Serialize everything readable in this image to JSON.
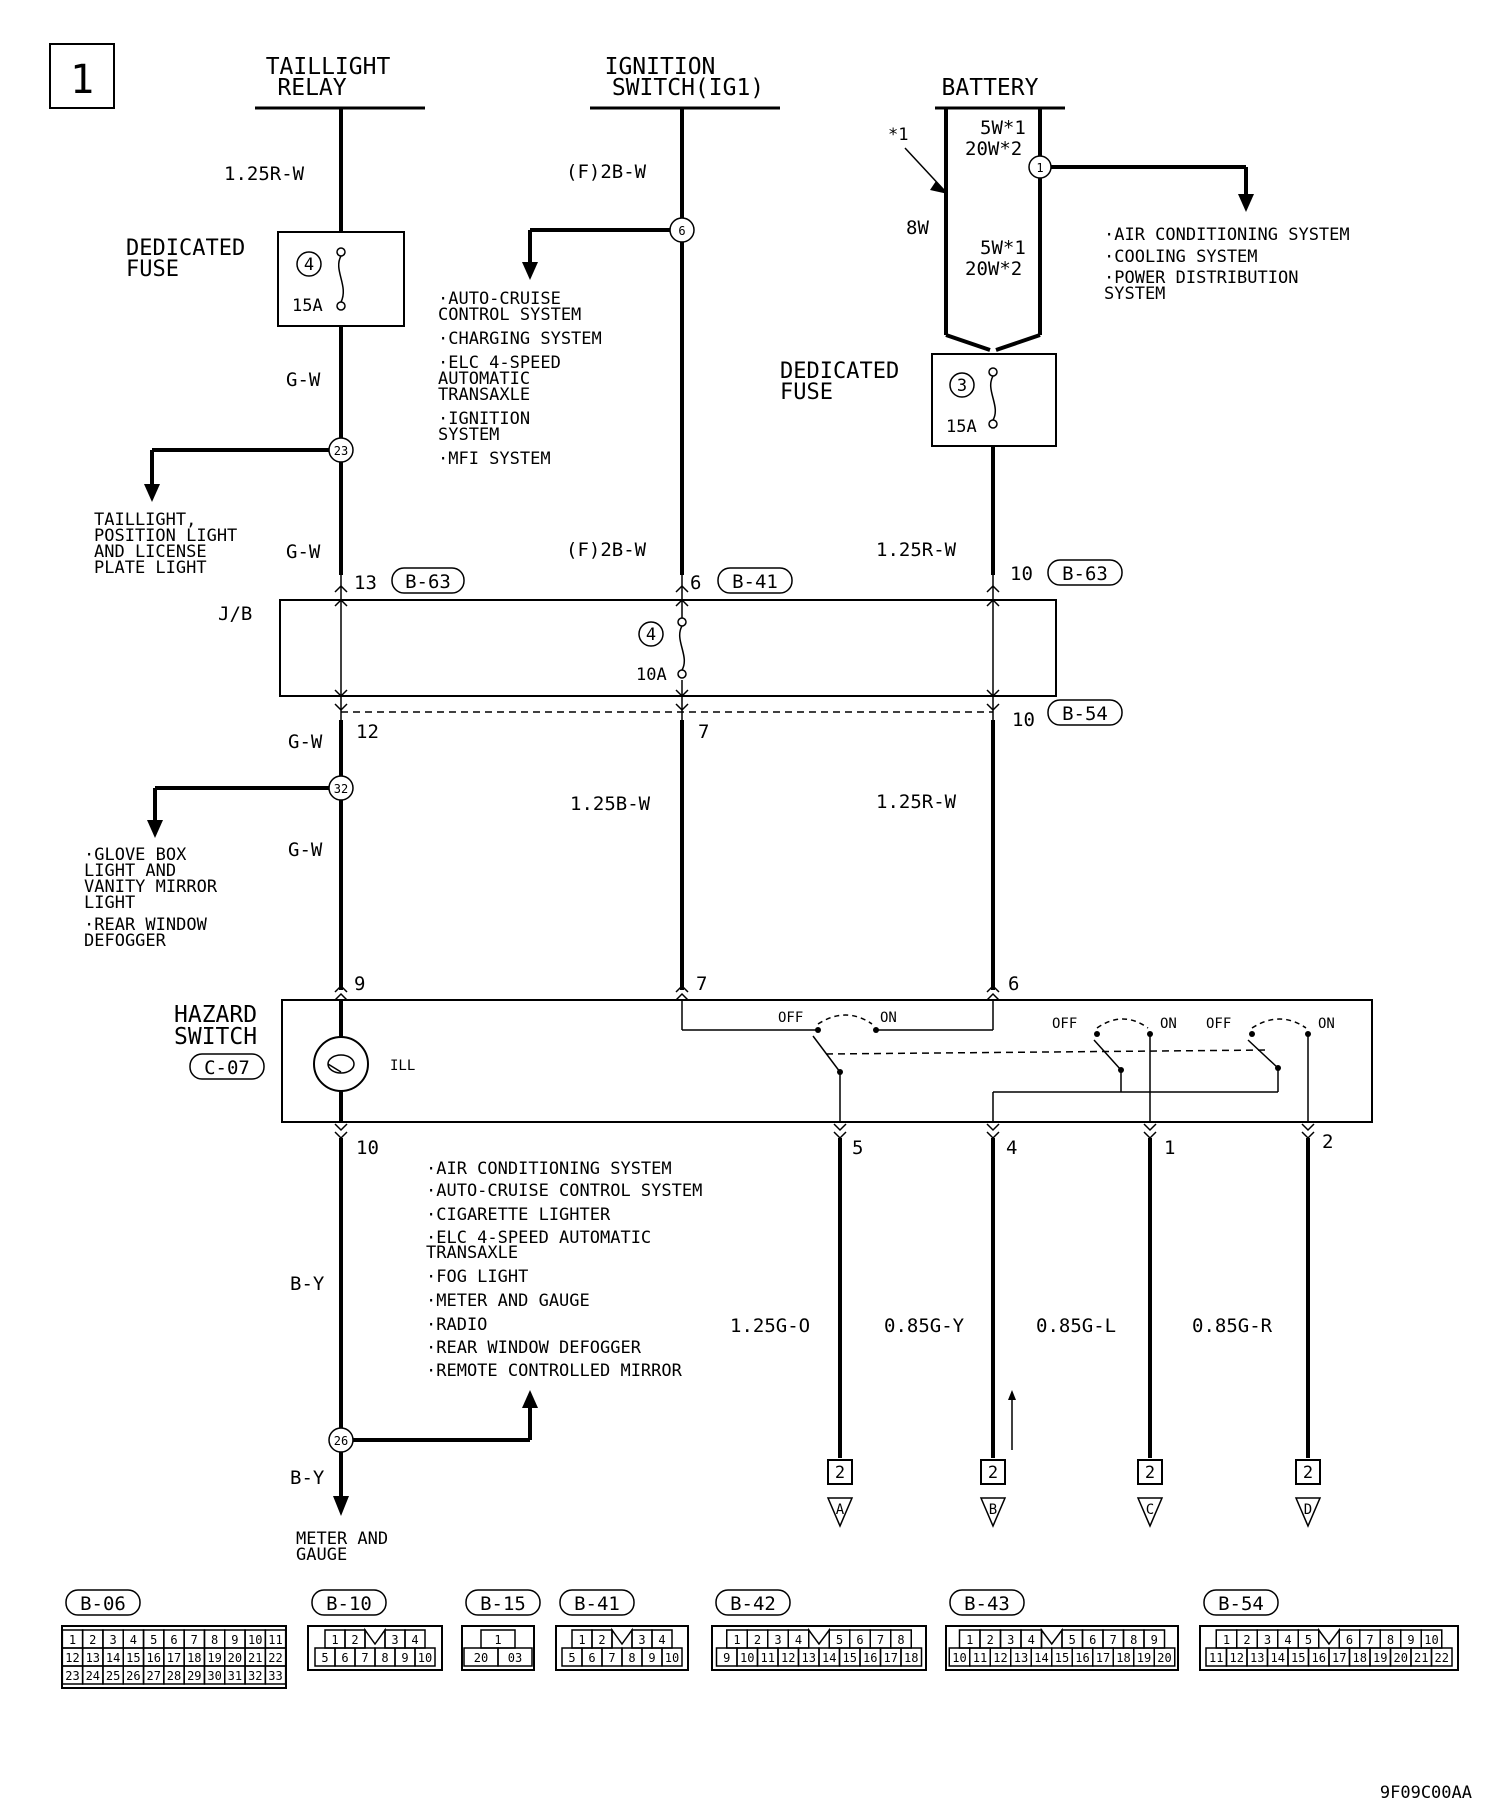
{
  "page_number": "1",
  "figure_code": "9F09C00AA",
  "sources": {
    "taillight_relay": [
      "TAILLIGHT",
      "RELAY"
    ],
    "ignition_switch": [
      "IGNITION",
      "SWITCH(IG1)"
    ],
    "battery": "BATTERY"
  },
  "notes": {
    "star1": "*1",
    "fusible_a": [
      "5W*1",
      "20W*2"
    ],
    "fusible_b": [
      "5W*1",
      "20W*2"
    ],
    "fusible_link_size": "8W",
    "fusible_link_num": "1"
  },
  "dedicated_fuses": {
    "label": [
      "DEDICATED",
      "FUSE"
    ],
    "fuse4": {
      "num": "4",
      "rating": "15A"
    },
    "fuse3": {
      "num": "3",
      "rating": "15A"
    }
  },
  "battery_branch_systems": [
    "·AIR CONDITIONING SYSTEM",
    "·COOLING SYSTEM",
    "·POWER DISTRIBUTION",
    " SYSTEM"
  ],
  "ign_branch_systems": [
    "·AUTO-CRUISE",
    " CONTROL SYSTEM",
    "·CHARGING SYSTEM",
    "·ELC 4-SPEED",
    " AUTOMATIC",
    " TRANSAXLE",
    "·IGNITION",
    " SYSTEM",
    "·MFI SYSTEM"
  ],
  "taillight_branch": [
    "TAILLIGHT,",
    "POSITION LIGHT",
    "AND LICENSE",
    "PLATE LIGHT"
  ],
  "glovebox_branch": [
    "·GLOVE BOX",
    " LIGHT AND",
    " VANITY MIRROR",
    " LIGHT",
    "·REAR WINDOW",
    " DEFOGGER"
  ],
  "ill_branch": [
    "·AIR CONDITIONING SYSTEM",
    "·AUTO-CRUISE CONTROL SYSTEM",
    "·CIGARETTE LIGHTER",
    "·ELC 4-SPEED AUTOMATIC",
    " TRANSAXLE",
    "·FOG LIGHT",
    "·METER AND GAUGE",
    "·RADIO",
    "·REAR WINDOW DEFOGGER",
    "·REMOTE CONTROLLED MIRROR"
  ],
  "meter_label": [
    "METER AND",
    "GAUGE"
  ],
  "junction_points": {
    "j23": "23",
    "j6": "6",
    "j1": "1",
    "j32": "32",
    "j26": "26"
  },
  "wires": {
    "relay_top": "1.25R-W",
    "relay_mid": "G-W",
    "relay_low": "G-W",
    "ign_top": "(F)2B-W",
    "ign_low": "(F)2B-W",
    "bat_low": "1.25R-W",
    "jb_left_out": "G-W",
    "jb_left_low": "G-W",
    "jb_mid_out": "1.25B-W",
    "jb_right_out": "1.25R-W",
    "ill_out": "B-Y",
    "ill_low": "B-Y",
    "out5": "1.25G-O",
    "out4": "0.85G-Y",
    "out1": "0.85G-L",
    "out2": "0.85G-R"
  },
  "jb": {
    "label": "J/B",
    "fuse": {
      "num": "4",
      "rating": "10A"
    },
    "in_pins": {
      "left": "13",
      "mid": "6",
      "right": "10"
    },
    "in_connectors": {
      "left": "B-63",
      "mid": "B-41",
      "right": "B-63"
    },
    "out_pins": {
      "left": "12",
      "mid": "7",
      "right": "10"
    },
    "out_connector": "B-54"
  },
  "hazard": {
    "label": [
      "HAZARD",
      "SWITCH"
    ],
    "connector": "C-07",
    "ill": "ILL",
    "in_pins": {
      "left": "9",
      "mid": "7",
      "right": "6"
    },
    "out_pins": {
      "p10": "10",
      "p5": "5",
      "p4": "4",
      "p1": "1",
      "p2": "2"
    },
    "off": "OFF",
    "on": "ON"
  },
  "continuations": {
    "page": "2",
    "letters": [
      "A",
      "B",
      "C",
      "D"
    ]
  },
  "connectors": [
    {
      "name": "B-06",
      "rows": [
        [
          "1",
          "2",
          "3",
          "4",
          "5",
          "6",
          "7",
          "8",
          "9",
          "10",
          "11"
        ],
        [
          "12",
          "13",
          "14",
          "15",
          "16",
          "17",
          "18",
          "19",
          "20",
          "21",
          "22"
        ],
        [
          "23",
          "24",
          "25",
          "26",
          "27",
          "28",
          "29",
          "30",
          "31",
          "32",
          "33"
        ]
      ]
    },
    {
      "name": "B-10",
      "rows": [
        [
          "1",
          "2",
          "",
          "3",
          "4"
        ],
        [
          "5",
          "6",
          "7",
          "8",
          "9",
          "10"
        ]
      ]
    },
    {
      "name": "B-15",
      "rows": [
        [
          "1"
        ],
        [
          "20",
          "03"
        ]
      ]
    },
    {
      "name": "B-41",
      "rows": [
        [
          "1",
          "2",
          "",
          "3",
          "4"
        ],
        [
          "5",
          "6",
          "7",
          "8",
          "9",
          "10"
        ]
      ]
    },
    {
      "name": "B-42",
      "rows": [
        [
          "1",
          "2",
          "3",
          "4",
          "",
          "5",
          "6",
          "7",
          "8"
        ],
        [
          "9",
          "10",
          "11",
          "12",
          "13",
          "14",
          "15",
          "16",
          "17",
          "18"
        ]
      ]
    },
    {
      "name": "B-43",
      "rows": [
        [
          "1",
          "2",
          "3",
          "4",
          "",
          "5",
          "6",
          "7",
          "8",
          "9"
        ],
        [
          "10",
          "11",
          "12",
          "13",
          "14",
          "15",
          "16",
          "17",
          "18",
          "19",
          "20"
        ]
      ]
    },
    {
      "name": "B-54",
      "rows": [
        [
          "1",
          "2",
          "3",
          "4",
          "5",
          "",
          "6",
          "7",
          "8",
          "9",
          "10"
        ],
        [
          "11",
          "12",
          "13",
          "14",
          "15",
          "16",
          "17",
          "18",
          "19",
          "20",
          "21",
          "22"
        ]
      ]
    }
  ]
}
